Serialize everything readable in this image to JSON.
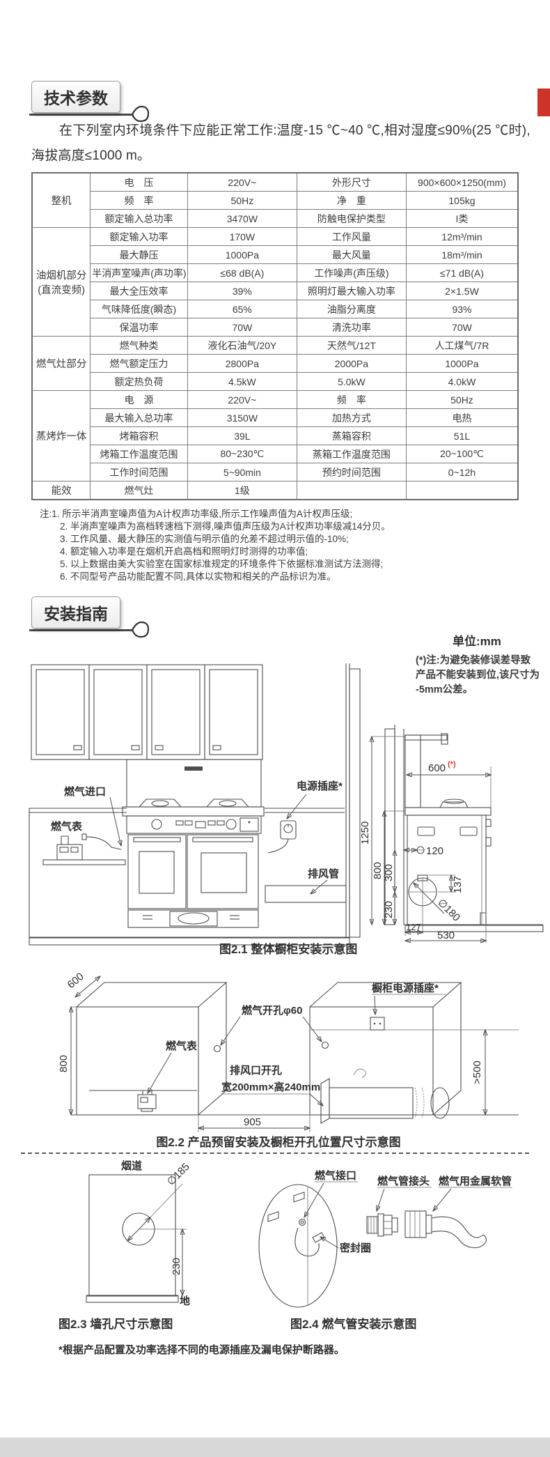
{
  "page": {
    "accent_red": "#cd3328",
    "footer_bar_color": "#d8d8d8"
  },
  "sections": {
    "tech_title": "技术参数",
    "install_title": "安装指南"
  },
  "intro": {
    "line1": "在下列室内环境条件下应能正常工作:温度-15 ℃~40 ℃,相对湿度≤90%(25 ℃时),",
    "line2": "海拔高度≤1000 m。"
  },
  "spec_table": {
    "groups": [
      {
        "id": "whole",
        "name": [
          "整机"
        ],
        "rows": [
          [
            "电　压",
            "220V~",
            "外形尺寸",
            "900×600×1250(mm)"
          ],
          [
            "频　率",
            "50Hz",
            "净　重",
            "105kg"
          ],
          [
            "额定输入总功率",
            "3470W",
            "防触电保护类型",
            "I类"
          ]
        ]
      },
      {
        "id": "hood",
        "name": [
          "油烟机部分",
          "(直流变频)"
        ],
        "rows": [
          [
            "额定输入功率",
            "170W",
            "工作风量",
            "12m³/min"
          ],
          [
            "最大静压",
            "1000Pa",
            "最大风量",
            "18m³/min"
          ],
          [
            "半消声室噪声(声功率)",
            "≤68 dB(A)",
            "工作噪声(声压级)",
            "≤71 dB(A)"
          ],
          [
            "最大全压效率",
            "39%",
            "照明灯最大输入功率",
            "2×1.5W"
          ],
          [
            "气味降低度(瞬态)",
            "65%",
            "油脂分离度",
            "93%"
          ],
          [
            "保温功率",
            "70W",
            "清洗功率",
            "70W"
          ]
        ]
      },
      {
        "id": "stove",
        "name": [
          "燃气灶部分"
        ],
        "rows": [
          [
            "燃气种类",
            "液化石油气/20Y",
            "天然气/12T",
            "人工煤气/7R"
          ],
          [
            "燃气额定压力",
            "2800Pa",
            "2000Pa",
            "1000Pa"
          ],
          [
            "额定热负荷",
            "4.5kW",
            "5.0kW",
            "4.0kW"
          ]
        ]
      },
      {
        "id": "steam",
        "name": [
          "蒸烤炸一体"
        ],
        "rows": [
          [
            "电　源",
            "220V~",
            "频　率",
            "50Hz"
          ],
          [
            "最大输入总功率",
            "3150W",
            "加热方式",
            "电热"
          ],
          [
            "烤箱容积",
            "39L",
            "蒸箱容积",
            "51L"
          ],
          [
            "烤箱工作温度范围",
            "80~230℃",
            "蒸箱工作温度范围",
            "20~100℃"
          ],
          [
            "工作时间范围",
            "5~90min",
            "预约时间范围",
            "0~12h"
          ]
        ]
      },
      {
        "id": "energy",
        "name": [
          "能效"
        ],
        "rows": [
          [
            "燃气灶",
            "1级",
            "",
            ""
          ]
        ]
      }
    ]
  },
  "notes": {
    "lines": [
      "注:1.  所示半消声室噪声值为A计权声功率级,所示工作噪声值为A计权声压级;",
      "2.  半消声室噪声为高档转速档下测得,噪声值声压级为A计权声功率级减14分贝。",
      "3.  工作风量、最大静压的实测值与明示值的允差不超过明示值的-10%;",
      "4.  额定输入功率是在烟机开启高档和照明灯时测得的功率值;",
      "5.  以上数据由美大实验室在国家标准规定的环境条件下依据标准测试方法测得;",
      "6.  不同型号产品功能配置不同,具体以实物和相关的产品标识为准。"
    ]
  },
  "install": {
    "unit": "单位:mm",
    "star_note_lines": [
      "(*)注:为避免装修误差导致",
      "产品不能安装到位,该尺寸为",
      "-5mm公差。"
    ],
    "footer_note": "*根据产品配置及功率选择不同的电源插座及漏电保护断路器。"
  },
  "fig21": {
    "caption": "图2.1 整体橱柜安装示意图",
    "labels": {
      "gas_inlet": "燃气进口",
      "gas_meter": "燃气表",
      "power_socket": "电源插座*",
      "exhaust_pipe": "排风管"
    },
    "dims": {
      "width": "600",
      "width_star": "(*)",
      "height_total": "1250",
      "height_counter": "800",
      "gap_vent": "300",
      "vent_floor": "230",
      "gas_hole": "120",
      "slot": "137",
      "vent_dia": "∅180",
      "wall_offset": "127",
      "depth": "530"
    }
  },
  "fig22": {
    "caption": "图2.2 产品预留安装及橱柜开孔位置尺寸示意图",
    "labels": {
      "gas_meter": "燃气表",
      "gas_hole": "燃气开孔φ60",
      "vent_hole_1": "排风口开孔",
      "vent_hole_2": "宽200mm×高240mm",
      "cabinet_socket": "橱柜电源插座*"
    },
    "dims": {
      "depth": "600",
      "height": "800",
      "gap": "905",
      "clearance": ">500"
    }
  },
  "fig23": {
    "caption": "图2.3 墙孔尺寸示意图",
    "labels": {
      "flue": "烟道",
      "ground": "地"
    },
    "dims": {
      "dia": "∅185",
      "height": "230"
    }
  },
  "fig24": {
    "caption": "图2.4 燃气管安装示意图",
    "labels": {
      "gas_port": "燃气接口",
      "seal_ring": "密封圈",
      "pipe_joint": "燃气管接头",
      "metal_hose": "燃气用金属软管"
    }
  }
}
